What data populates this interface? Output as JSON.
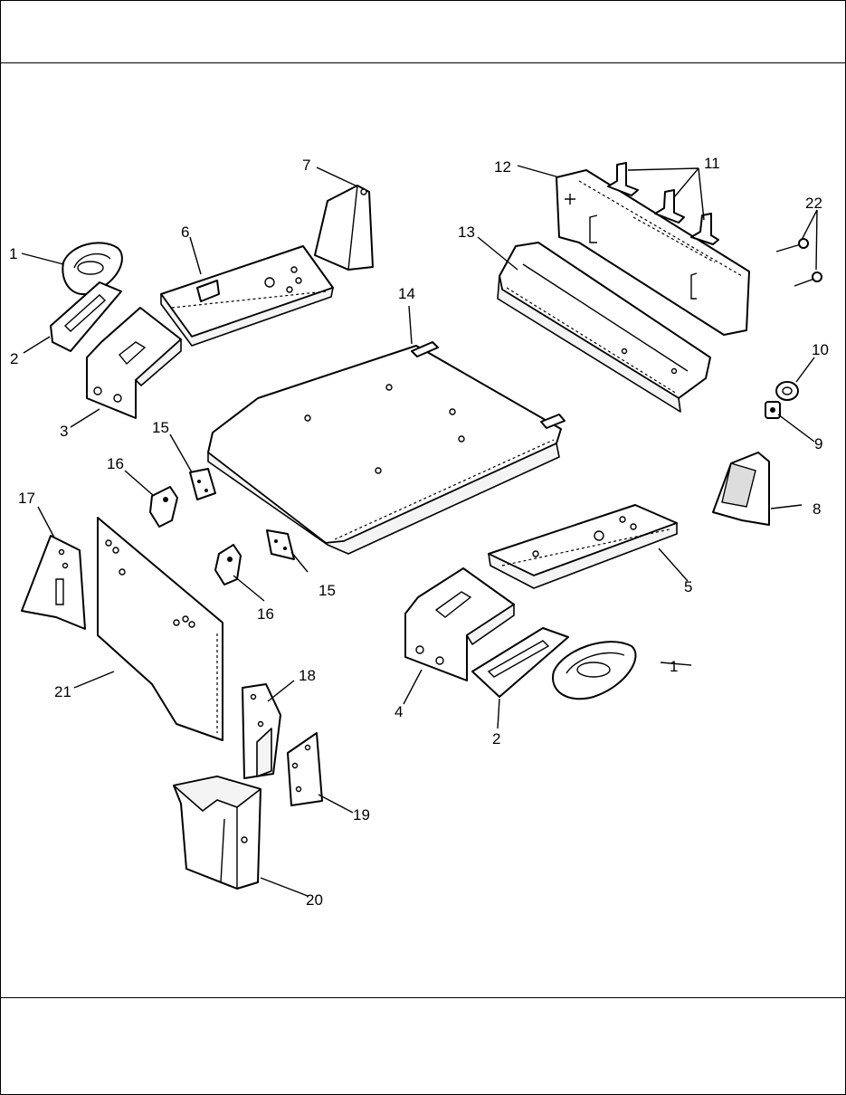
{
  "figure": {
    "callouts": [
      {
        "id": "c1a",
        "label": "1"
      },
      {
        "id": "c1b",
        "label": "1"
      },
      {
        "id": "c2a",
        "label": "2"
      },
      {
        "id": "c2b",
        "label": "2"
      },
      {
        "id": "c3",
        "label": "3"
      },
      {
        "id": "c4",
        "label": "4"
      },
      {
        "id": "c5",
        "label": "5"
      },
      {
        "id": "c6",
        "label": "6"
      },
      {
        "id": "c7",
        "label": "7"
      },
      {
        "id": "c8",
        "label": "8"
      },
      {
        "id": "c9",
        "label": "9"
      },
      {
        "id": "c10",
        "label": "10"
      },
      {
        "id": "c11",
        "label": "11"
      },
      {
        "id": "c12",
        "label": "12"
      },
      {
        "id": "c13",
        "label": "13"
      },
      {
        "id": "c14",
        "label": "14"
      },
      {
        "id": "c15a",
        "label": "15"
      },
      {
        "id": "c15b",
        "label": "15"
      },
      {
        "id": "c16a",
        "label": "16"
      },
      {
        "id": "c16b",
        "label": "16"
      },
      {
        "id": "c17",
        "label": "17"
      },
      {
        "id": "c18",
        "label": "18"
      },
      {
        "id": "c19",
        "label": "19"
      },
      {
        "id": "c20",
        "label": "20"
      },
      {
        "id": "c21",
        "label": "21"
      },
      {
        "id": "c22",
        "label": "22"
      }
    ]
  }
}
